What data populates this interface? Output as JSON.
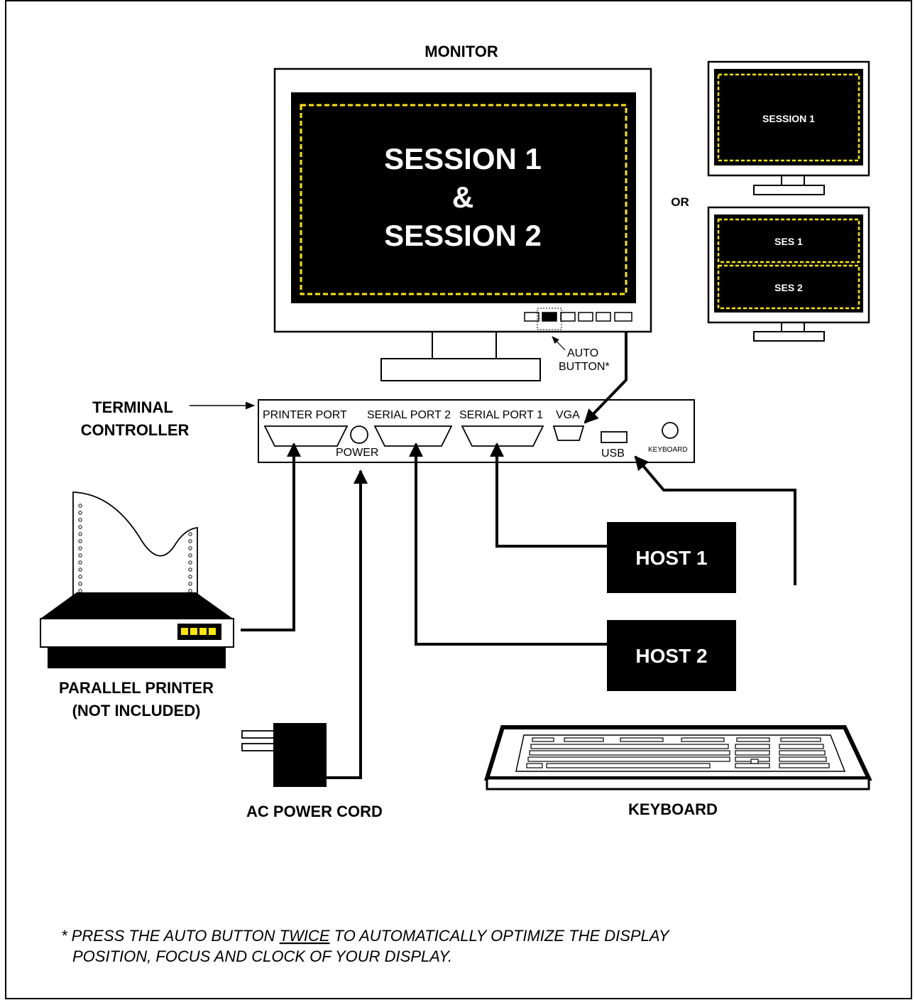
{
  "colors": {
    "ink": "#000000",
    "paper": "#ffffff",
    "dash": "#ffe600",
    "led": "#ffe600"
  },
  "monitor": {
    "title": "MONITOR",
    "screen_line1": "SESSION 1",
    "screen_line2": "&",
    "screen_line3": "SESSION 2",
    "auto_line1": "AUTO",
    "auto_line2": "BUTTON*"
  },
  "alt_monitors": {
    "single_label": "SESSION 1",
    "or_label": "OR",
    "split_top": "SES 1",
    "split_bottom": "SES 2"
  },
  "controller": {
    "label_line1": "TERMINAL",
    "label_line2": "CONTROLLER",
    "printer_port": "PRINTER PORT",
    "serial_port_2": "SERIAL PORT 2",
    "serial_port_1": "SERIAL PORT 1",
    "vga": "VGA",
    "power": "POWER",
    "usb": "USB",
    "keyboard": "KEYBOARD"
  },
  "devices": {
    "host1": "HOST 1",
    "host2": "HOST 2",
    "printer_line1": "PARALLEL PRINTER",
    "printer_line2": "(NOT INCLUDED)",
    "power_cord": "AC POWER CORD",
    "keyboard": "KEYBOARD"
  },
  "footnote": {
    "line1_pre": "* PRESS THE AUTO BUTTON ",
    "line1_emph": "TWICE",
    "line1_post": " TO AUTOMATICALLY OPTIMIZE THE DISPLAY",
    "line2": "POSITION, FOCUS AND CLOCK OF YOUR DISPLAY."
  }
}
